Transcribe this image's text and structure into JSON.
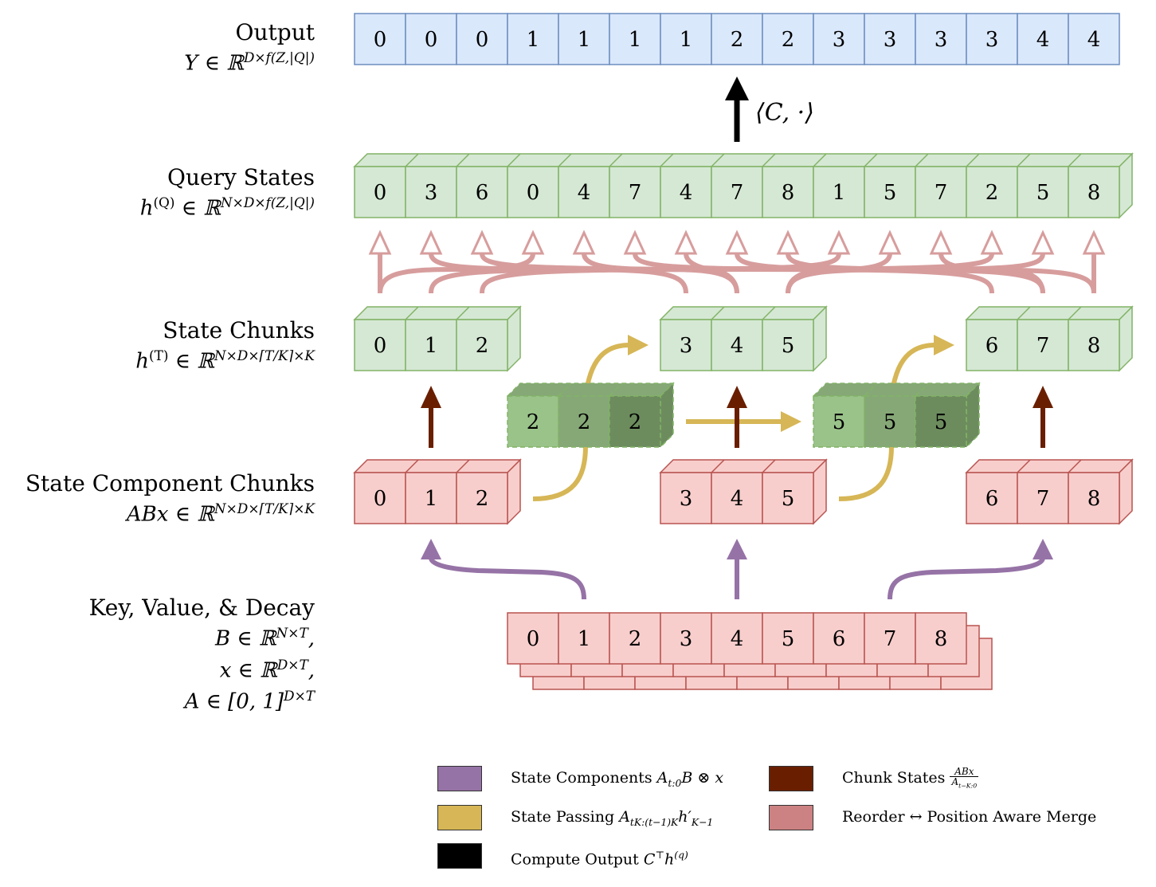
{
  "rows": {
    "output": {
      "title": "Output",
      "math": "Y ∈ ℝ",
      "sup": "D×f(Z,|Q|)",
      "values": [
        "0",
        "0",
        "0",
        "1",
        "1",
        "1",
        "1",
        "2",
        "2",
        "3",
        "3",
        "3",
        "3",
        "4",
        "4"
      ]
    },
    "compute_label": "⟨C, ·⟩",
    "query_states": {
      "title": "Query States",
      "math_base": "h",
      "math_base_sup": "(Q)",
      "math_rest": " ∈ ℝ",
      "sup": "N×D×f(Z,|Q|)",
      "values": [
        "0",
        "3",
        "6",
        "0",
        "4",
        "7",
        "4",
        "7",
        "8",
        "1",
        "5",
        "7",
        "2",
        "5",
        "8"
      ]
    },
    "state_chunks": {
      "title": "State Chunks",
      "math_base": "h",
      "math_base_sup": "(T)",
      "math_rest": " ∈ ℝ",
      "sup": "N×D×⌈T/K⌉×K",
      "chunks": [
        [
          "0",
          "1",
          "2"
        ],
        [
          "3",
          "4",
          "5"
        ],
        [
          "6",
          "7",
          "8"
        ]
      ]
    },
    "passed_states": [
      [
        "2",
        "2",
        "2"
      ],
      [
        "5",
        "5",
        "5"
      ]
    ],
    "state_component_chunks": {
      "title": "State Component Chunks",
      "math": "ABx ∈ ℝ",
      "sup": "N×D×⌈T/K⌉×K",
      "chunks": [
        [
          "0",
          "1",
          "2"
        ],
        [
          "3",
          "4",
          "5"
        ],
        [
          "6",
          "7",
          "8"
        ]
      ]
    },
    "kvd": {
      "title": "Key, Value, & Decay",
      "line1": "B ∈ ℝ",
      "line1_sup": "N×T",
      "line2": "x ∈ ℝ",
      "line2_sup": "D×T",
      "line3": "A ∈ [0, 1]",
      "line3_sup": "D×T",
      "values": [
        "0",
        "1",
        "2",
        "3",
        "4",
        "5",
        "6",
        "7",
        "8"
      ]
    }
  },
  "legend": [
    {
      "color": "#9673a6",
      "text": "State Components ",
      "math": "A",
      "msub": "t:0",
      "math2": "B ⊗ x"
    },
    {
      "color": "#d6b656",
      "text": "State Passing ",
      "math": "A",
      "msub": "tK:(t−1)K",
      "math2": "h′",
      "msub2": "K−1"
    },
    {
      "color": "#000000",
      "text": "Compute Output ",
      "math": "C",
      "msup": "⊤",
      "math2": "h",
      "msup2": "(q)"
    },
    {
      "color": "#6a1e00",
      "text": "Chunk States ",
      "frac_num": "ABx",
      "frac_den": "A",
      "frac_den_sub": "t−K:0"
    },
    {
      "color": "#cc8282",
      "text": "Reorder  ↔  Position Aware Merge"
    }
  ],
  "colors": {
    "blue_fill": "#dae8fc",
    "blue_stroke": "#6c8ebf",
    "green_fill": "#d5e8d4",
    "green_stroke": "#82b366",
    "red_fill": "#f8cecc",
    "red_stroke": "#b85450",
    "purple": "#9673a6",
    "gold": "#d6b656",
    "maroon": "#6a1e00",
    "pink": "#cc8282",
    "pass1": "#9ac38a",
    "pass2": "#86a877",
    "pass3": "#6d8c5e"
  }
}
